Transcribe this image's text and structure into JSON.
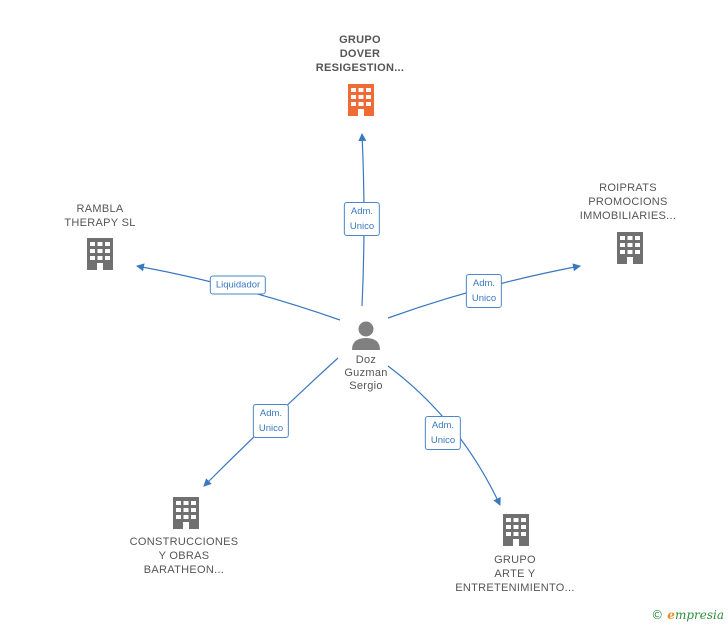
{
  "nodes": {
    "center": {
      "lines": [
        "Doz",
        "Guzman",
        "Sergio"
      ]
    },
    "grupo_dover": {
      "lines": [
        "GRUPO",
        "DOVER",
        "RESIGESTION..."
      ]
    },
    "rambla": {
      "lines": [
        "RAMBLA",
        "THERAPY  SL"
      ]
    },
    "roiprats": {
      "lines": [
        "ROIPRATS",
        "PROMOCIONS",
        "IMMOBILIARIES..."
      ]
    },
    "construcciones": {
      "lines": [
        "CONSTRUCCIONES",
        "Y OBRAS",
        "BARATHEON..."
      ]
    },
    "grupo_arte": {
      "lines": [
        "GRUPO",
        "ARTE Y",
        "ENTRETENIMIENTO..."
      ]
    }
  },
  "edges": {
    "to_grupo_dover": {
      "lines": [
        "Adm.",
        "Unico"
      ]
    },
    "to_rambla": {
      "lines": [
        "Liquidador"
      ]
    },
    "to_roiprats": {
      "lines": [
        "Adm.",
        "Unico"
      ]
    },
    "to_construcciones": {
      "lines": [
        "Adm.",
        "Unico"
      ]
    },
    "to_grupo_arte": {
      "lines": [
        "Adm.",
        "Unico"
      ]
    }
  },
  "footer": {
    "copyright": "©",
    "brand_initial": "e",
    "brand_rest": "mpresia"
  },
  "colors": {
    "edge": "#3a78c0",
    "building": "#707070",
    "building_highlight": "#f06a35",
    "person": "#808080"
  }
}
